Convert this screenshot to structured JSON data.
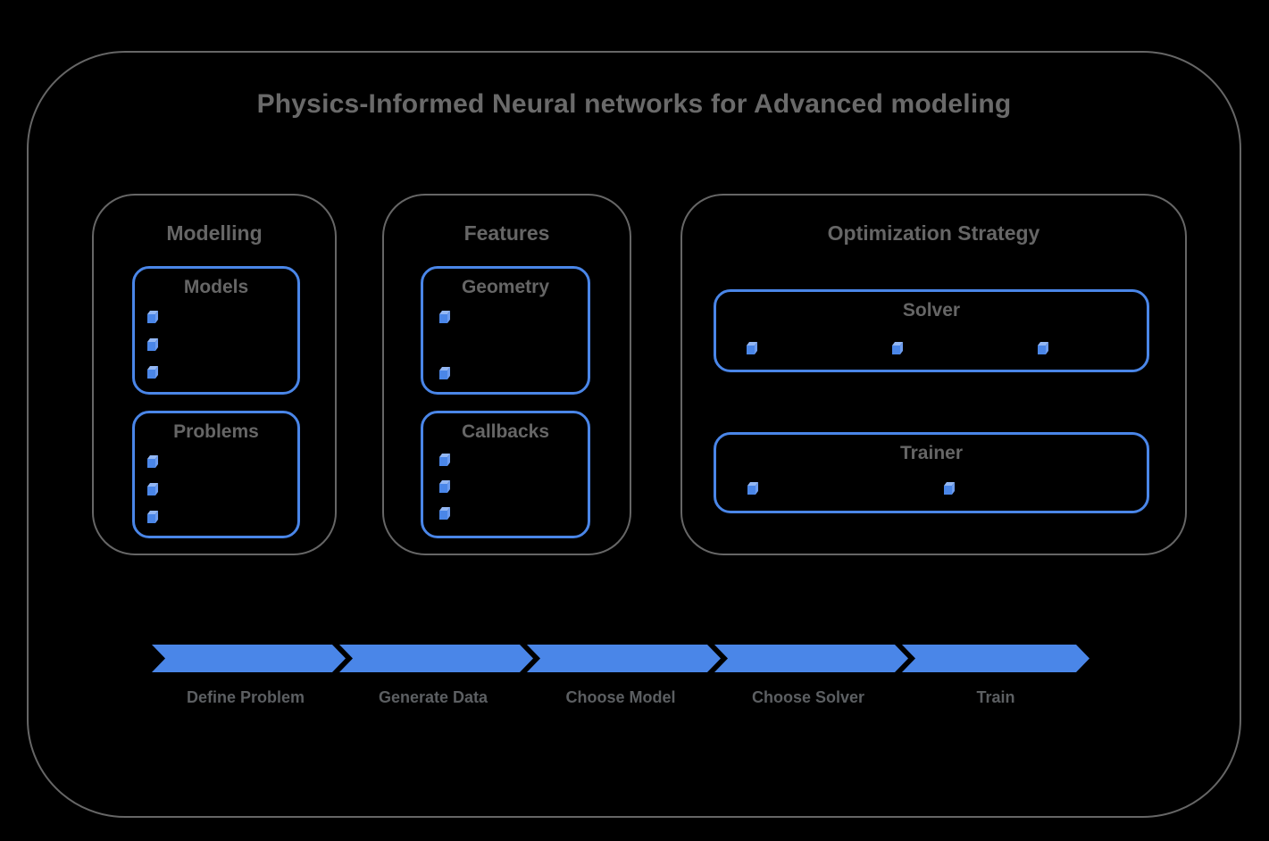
{
  "title": "Physics-Informed Neural networks for Advanced modeling",
  "colors": {
    "background": "#000000",
    "accent_blue": "#4a86e8",
    "cube_top": "#93b7f4",
    "cube_side": "#6d9cee",
    "frame_gray": "#666666",
    "title_gray": "#6a6a6a",
    "label_gray": "#5c5f62"
  },
  "sections": [
    {
      "title": "Modelling",
      "boxes": [
        {
          "title": "Models",
          "bullets": 3
        },
        {
          "title": "Problems",
          "bullets": 3
        }
      ]
    },
    {
      "title": "Features",
      "boxes": [
        {
          "title": "Geometry",
          "bullets": 2
        },
        {
          "title": "Callbacks",
          "bullets": 3
        }
      ]
    },
    {
      "title": "Optimization Strategy",
      "boxes": [
        {
          "title": "Solver",
          "bullets": 3
        },
        {
          "title": "Trainer",
          "bullets": 2
        }
      ]
    }
  ],
  "flow": {
    "steps": [
      {
        "label": "Define Problem"
      },
      {
        "label": "Generate Data"
      },
      {
        "label": "Choose Model"
      },
      {
        "label": "Choose Solver"
      },
      {
        "label": "Train"
      }
    ]
  }
}
